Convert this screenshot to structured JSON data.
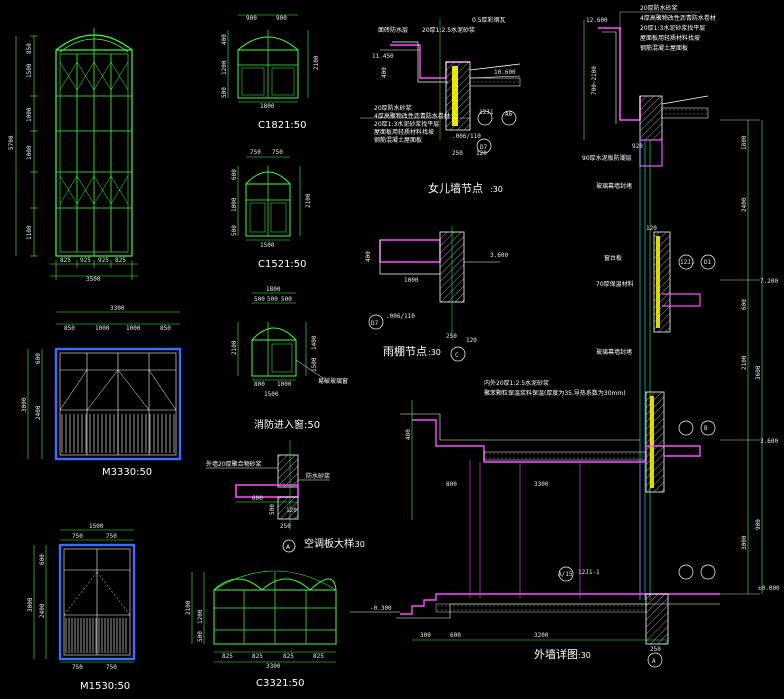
{
  "drawings": {
    "window_tall": {
      "height_total": "5700",
      "dims_left": [
        "850",
        "1500",
        "1000",
        "1000",
        "1100"
      ],
      "dims_bottom": [
        "825",
        "925",
        "925",
        "825"
      ],
      "width_total": "3500"
    },
    "c1821": {
      "title": "C1821:50",
      "dims_top": [
        "900",
        "900"
      ],
      "width_total": "1800",
      "dims_right": [
        "2100"
      ],
      "dims_left": [
        "400",
        "1200",
        "500"
      ]
    },
    "c1521": {
      "title": "C1521:50",
      "dims_top": [
        "750",
        "750"
      ],
      "width_total": "1500",
      "dims_right": [
        "2100"
      ],
      "dims_left": [
        "600",
        "1000",
        "500"
      ]
    },
    "fire_window": {
      "title": "消防进入窗:50",
      "dims_top": [
        "500",
        "500",
        "500"
      ],
      "width_total": "1500",
      "top_total": "1800",
      "dims_left": [
        "2100"
      ],
      "dims_right": [
        "1400",
        "1500"
      ],
      "sub_dims": [
        "800",
        "1000"
      ],
      "note": "易破玻璃窗"
    },
    "m3330": {
      "title": "M3330:50",
      "width_total": "3300",
      "dims_top": [
        "850",
        "1000",
        "1000",
        "850"
      ],
      "dims_left": [
        "600",
        "2400",
        "3000"
      ]
    },
    "m1530": {
      "title": "M1530:50",
      "width_total": "1500",
      "dims_top": [
        "750",
        "750"
      ],
      "dims_bottom": [
        "750",
        "750"
      ],
      "dims_left": [
        "600",
        "2400",
        "3000"
      ]
    },
    "c3321": {
      "title": "C3321:50",
      "dims_left": [
        "2100",
        "1200",
        "500"
      ],
      "dims_bottom": [
        "825",
        "825",
        "825",
        "825"
      ],
      "width_total": "3300"
    },
    "parapet": {
      "title": "女儿墙节点",
      "scale": ":30",
      "notes_top": [
        "面砖防水层",
        "20厚1:2.5水泥砂浆",
        "0.5厚彩钢瓦"
      ],
      "notes_left": [
        "20厚防水砂浆",
        "4厚高聚物改性沥青防水卷材",
        "20厚1:3水泥砂浆找平层",
        "屋面板用轻质材料找坡",
        "钢筋混凝土屋面板"
      ],
      "elevations": [
        "11.450",
        "10.600"
      ],
      "dims": [
        "250",
        "120",
        "400"
      ],
      "refs": [
        "12J1",
        "A6",
        "D7",
        ".006/110"
      ]
    },
    "canopy": {
      "title": "雨棚节点",
      "scale": ":30",
      "elevations": [
        "3.600"
      ],
      "dims": [
        "400",
        "1000",
        "250",
        "120"
      ],
      "refs": [
        "D7",
        ".006/110",
        "C"
      ]
    },
    "ac_board": {
      "title": "空调板大样",
      "scale": ":30",
      "notes": [
        "外墙20厚聚合物砂浆",
        "防水砂浆"
      ],
      "dims": [
        "600",
        "120",
        "250",
        "500"
      ],
      "ref": "A"
    },
    "wall_detail": {
      "title": "外墙详图",
      "scale": ":30",
      "elevations": [
        "12.600",
        "7.200",
        "3.600",
        "±0.000",
        "-0.300"
      ],
      "notes_top": [
        "20厚防水砂浆",
        "4厚高聚物改性沥青防水卷材",
        "20厚1:3水泥砂浆找平层",
        "屋面板用轻质材料找坡",
        "钢筋混凝土屋面板"
      ],
      "notes_mid": [
        "90厚水泥板防潮层",
        "玻璃幕墙封堵",
        "窗台板",
        "70厚保温材料",
        "玻璃幕墙封堵"
      ],
      "note_long1": "内外20厚1:2.5水泥砂浆",
      "note_long2": "聚苯颗粒保温浆料保温(厚度为35,导热系数为30mm)",
      "dims_right": [
        "1800",
        "2400",
        "600",
        "3600",
        "2100",
        "3000",
        "900"
      ],
      "dims_bottom": [
        "300",
        "600",
        "3200",
        "250"
      ],
      "dims_left": [
        "700~2100",
        "920",
        "800",
        "3300",
        "480",
        "120"
      ],
      "refs": [
        "12J1",
        "D1",
        "A",
        "A/15",
        "12J1-1",
        "B"
      ]
    }
  }
}
